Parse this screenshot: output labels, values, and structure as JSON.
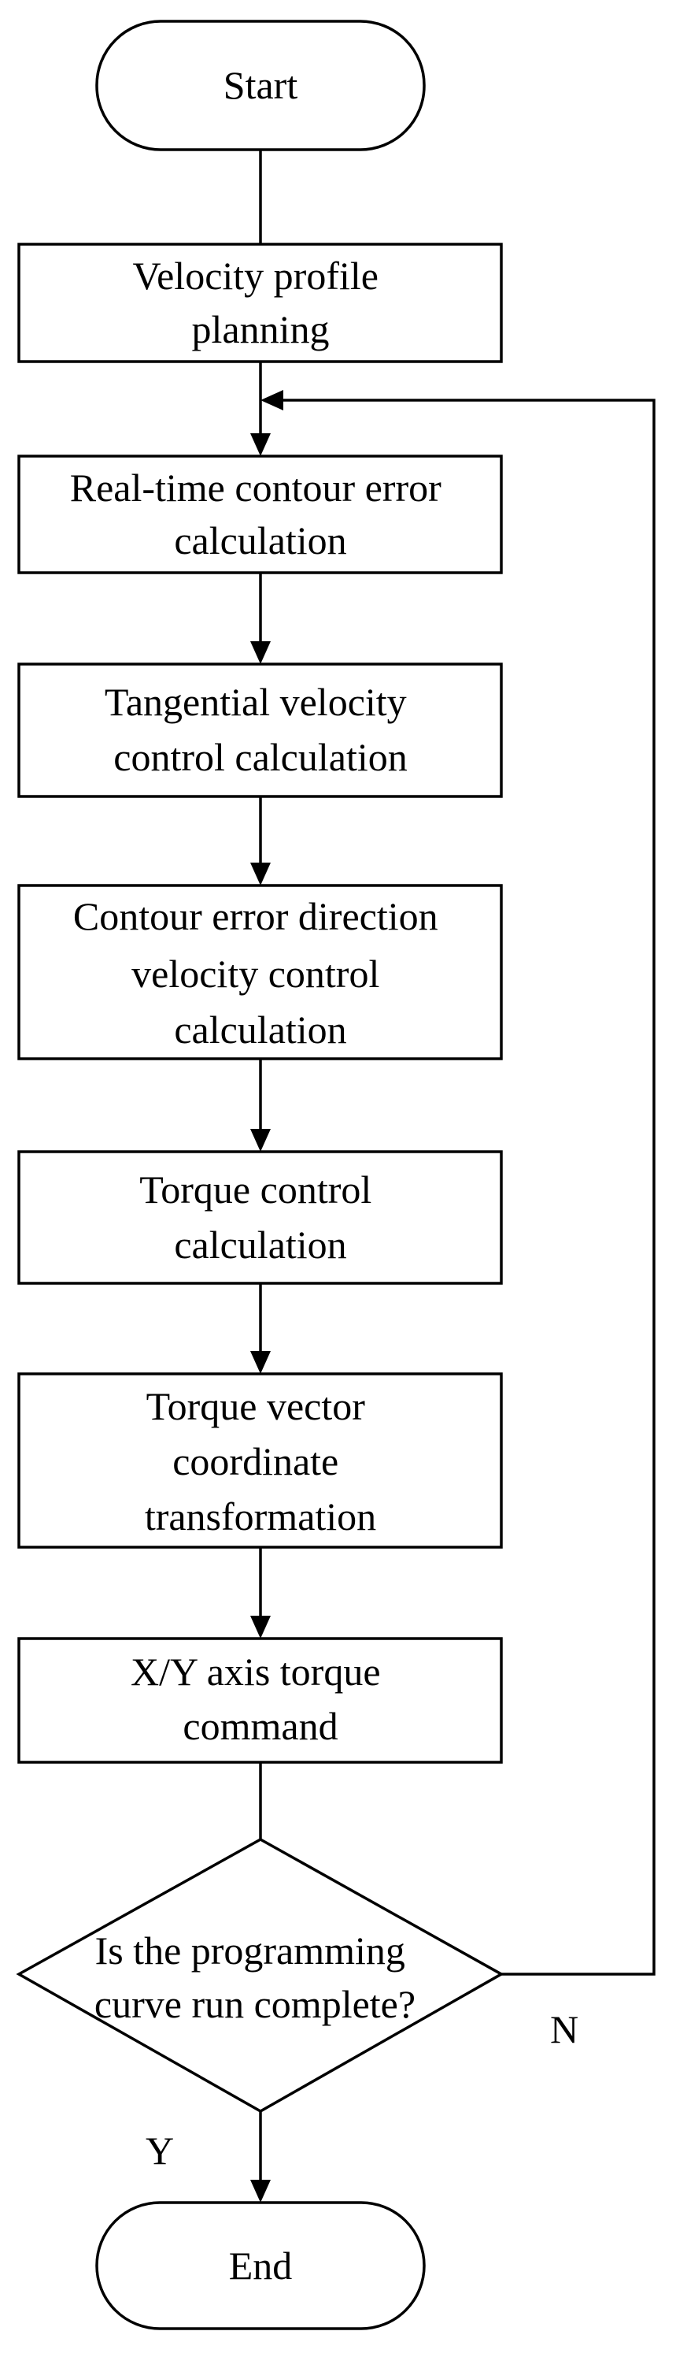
{
  "flowchart": {
    "start": "Start",
    "steps": [
      [
        "Velocity profile",
        "planning"
      ],
      [
        "Real-time contour error",
        "calculation"
      ],
      [
        "Tangential velocity",
        "control calculation"
      ],
      [
        "Contour error direction",
        "velocity control",
        "calculation"
      ],
      [
        "Torque control",
        "calculation"
      ],
      [
        "Torque vector",
        "coordinate",
        "transformation"
      ],
      [
        "X/Y axis torque",
        "command"
      ]
    ],
    "decision": [
      "Is the programming",
      "curve run complete?"
    ],
    "no_label": "N",
    "yes_label": "Y",
    "end": "End"
  }
}
